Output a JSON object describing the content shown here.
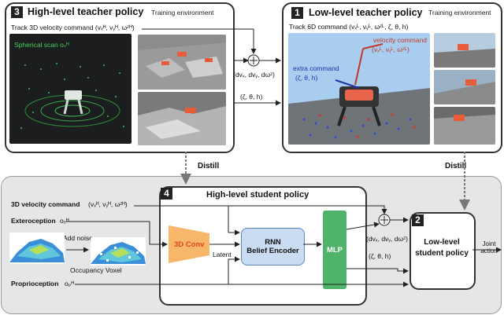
{
  "panels": {
    "high_teacher": {
      "number": "3",
      "title": "High-level teacher policy",
      "env_label": "Training environment",
      "command": "Track 3D velocity command (vₓᴴ, vᵧᴴ, ωᶻᴴ)",
      "scan_label": "Spherical scan oₛᴴ"
    },
    "low_teacher": {
      "number": "1",
      "title": "Low-level teacher policy",
      "env_label": "Training environment",
      "command": "Track 6D command (vₓᴸ, vᵧᴸ, ωᶻᴸ, ζ, θ, h)",
      "velocity_label": "velocity command",
      "velocity_vars": "(vₓᴸ, vᵧᴸ, ωᶻᴸ)",
      "extra_label": "extra command",
      "extra_vars": "(ζ, θ, h)"
    },
    "high_student": {
      "number": "4",
      "title": "High-level student policy"
    },
    "low_student": {
      "number": "2",
      "title": "Low-level student policy",
      "output": "Joint action"
    }
  },
  "teacher_links": {
    "delta": "(dvₓ, dvᵧ, dωᶻ)",
    "extra": "(ζ, θ, h)"
  },
  "distill_left": "Distill",
  "distill_right": "Distill",
  "inputs": {
    "velocity": {
      "label": "3D velocity command",
      "vars": "(vₓᴴ, vᵧᴴ, ωᶻᴴ)"
    },
    "extero": {
      "label": "Exteroception",
      "var": "oₑᴴ"
    },
    "proprio": {
      "label": "Proprioception",
      "var": "oₚᴴ"
    },
    "add_noise": "Add noise",
    "occupancy": "Occupancy Voxel"
  },
  "blocks": {
    "conv": "3D Conv",
    "latent": "Latent",
    "rnn_line1": "RNN",
    "rnn_line2": "Belief Encoder",
    "mlp": "MLP"
  },
  "student_links": {
    "delta": "(dvₓ, dvᵧ, dωᶻ)",
    "extra": "(ζ, θ, h)"
  },
  "colors": {
    "conv": "#f8b66a",
    "conv_text": "#e0461e",
    "rnn": "#c9dcf2",
    "mlp": "#4fb36a",
    "sky": "#a9cdee"
  }
}
